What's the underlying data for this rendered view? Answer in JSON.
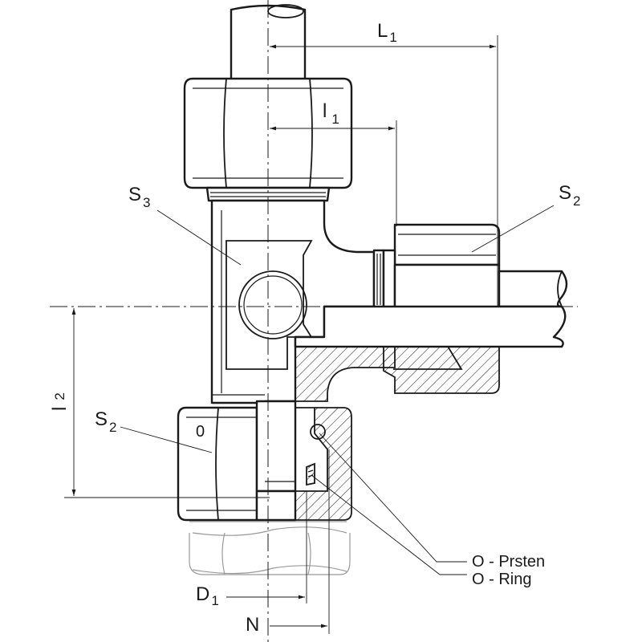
{
  "dimensions": {
    "L1": {
      "main": "L",
      "sub": "1"
    },
    "l1": {
      "main": "l",
      "sub": "1"
    },
    "l2": {
      "main": "l",
      "sub": "2"
    },
    "D1": {
      "main": "D",
      "sub": "1"
    },
    "N": {
      "main": "N"
    }
  },
  "callouts": {
    "S3": {
      "main": "S",
      "sub": "3"
    },
    "S2_right": {
      "main": "S",
      "sub": "2"
    },
    "S2_left": {
      "main": "S",
      "sub": "2"
    },
    "nut_mark": "0",
    "oring_line1": "O - Prsten",
    "oring_line2": "O - Ring"
  }
}
